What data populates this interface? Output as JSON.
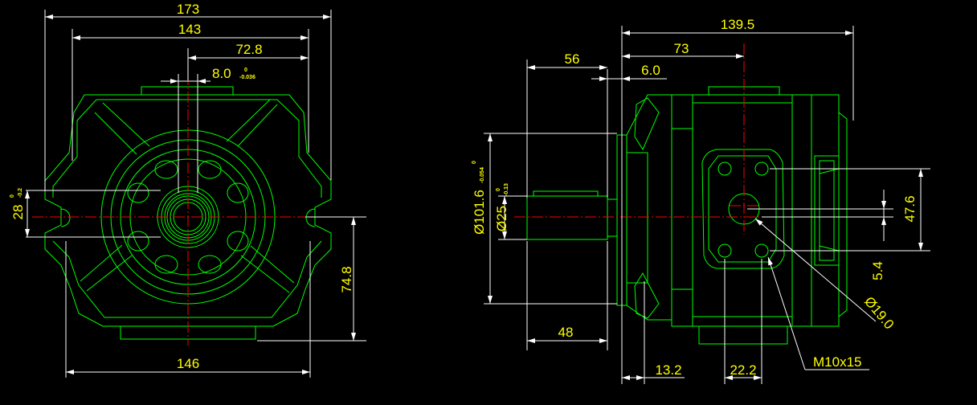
{
  "drawing": {
    "front_view": {
      "dim_overall_width": "173",
      "dim_bolt_span": "143",
      "dim_half_width": "72.8",
      "dim_key_width": "8.0",
      "dim_key_tol_upper": "0",
      "dim_key_tol_lower": "-0.036",
      "dim_shaft_height": "28",
      "dim_shaft_tol_upper": "0",
      "dim_shaft_tol_lower": "-0.2",
      "dim_center_height": "74.8",
      "dim_base_width": "146"
    },
    "side_view": {
      "dim_total_length": "139.5",
      "dim_port_position": "73",
      "dim_shaft_extension": "56",
      "dim_flange_thickness": "6.0",
      "dim_pilot_diameter": "Ø101.6",
      "dim_pilot_tol_upper": "0",
      "dim_pilot_tol_lower": "-0.054",
      "dim_shaft_diameter": "Ø25",
      "dim_shaft_tol_upper": "0",
      "dim_shaft_tol_lower": "-0.13",
      "dim_key_length": "48",
      "dim_flange_offset": "13.2",
      "dim_port_bolt_spacing": "22.2",
      "dim_port_bolt_height": "47.6",
      "dim_port_offset": "5.4",
      "dim_port_diameter": "Ø19.0",
      "dim_thread_callout": "M10x15"
    }
  }
}
